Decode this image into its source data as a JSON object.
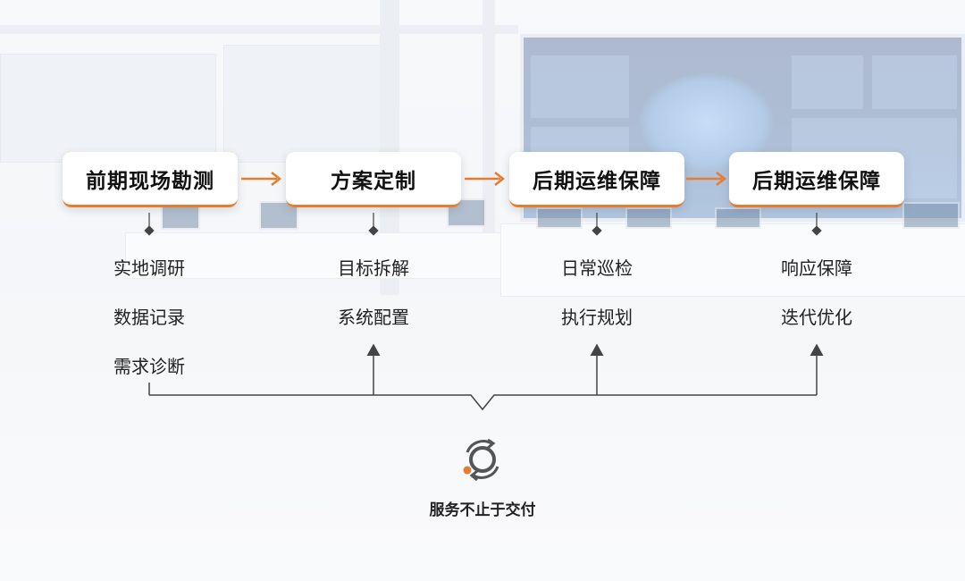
{
  "steps": [
    {
      "title": "前期现场勘测",
      "items": [
        "实地调研",
        "数据记录",
        "需求诊断"
      ]
    },
    {
      "title": "方案定制",
      "items": [
        "目标拆解",
        "系统配置"
      ]
    },
    {
      "title": "后期运维保障",
      "items": [
        "日常巡检",
        "执行规划"
      ]
    },
    {
      "title": "后期运维保障",
      "items": [
        "响应保障",
        "迭代优化"
      ]
    }
  ],
  "footer": {
    "caption": "服务不止于交付",
    "icon": "cycle-icon"
  },
  "colors": {
    "accent": "#e87b2e",
    "text": "#222222",
    "box": "#ffffff"
  }
}
